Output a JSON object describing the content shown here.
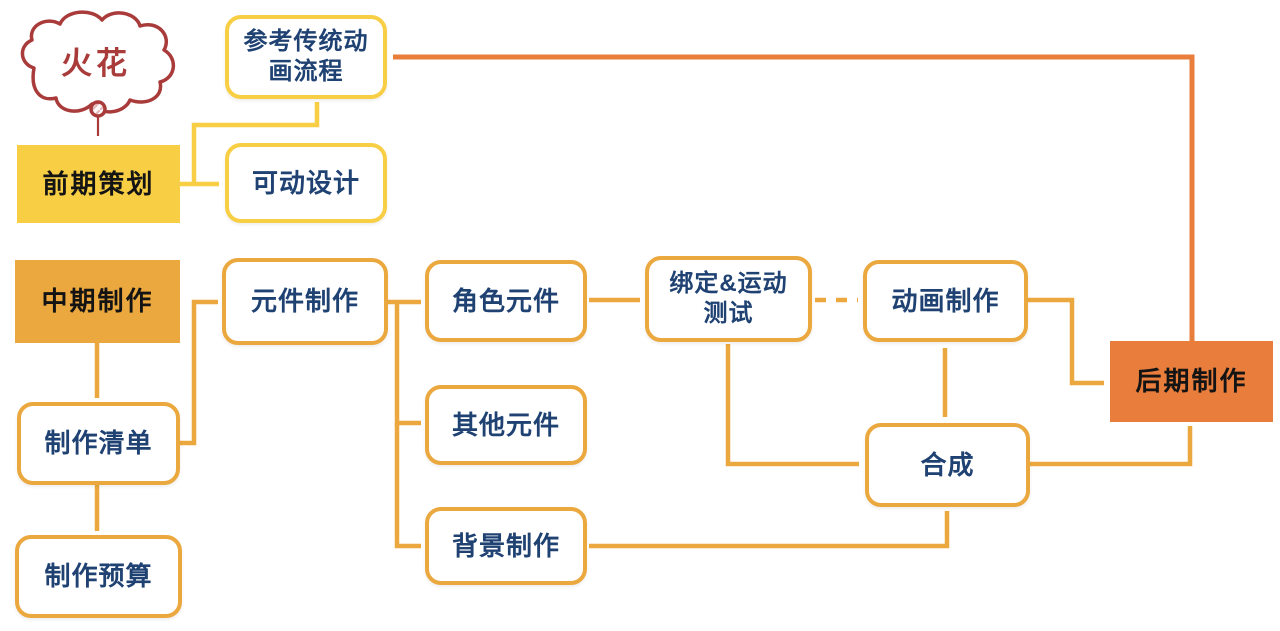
{
  "colors": {
    "yellow": "#F8CE45",
    "amber": "#EBA83E",
    "orange": "#E87D3C",
    "navy": "#1F4273",
    "dark": "#141414",
    "red": "#A93B3B",
    "red-light": "#E5B3B3",
    "white": "#FFFFFF"
  },
  "nodes": {
    "spark": {
      "label": "火花"
    },
    "pre_production": {
      "label": "前期策划"
    },
    "reference_traditional": {
      "label": "参考传统动\n画流程"
    },
    "movable_design": {
      "label": "可动设计"
    },
    "mid_production": {
      "label": "中期制作"
    },
    "component_production": {
      "label": "元件制作"
    },
    "character_components": {
      "label": "角色元件"
    },
    "rigging_motion_test": {
      "label": "绑定&运动\n测试"
    },
    "animation_production": {
      "label": "动画制作"
    },
    "production_list": {
      "label": "制作清单"
    },
    "other_components": {
      "label": "其他元件"
    },
    "compositing": {
      "label": "合成"
    },
    "post_production": {
      "label": "后期制作"
    },
    "background_production": {
      "label": "背景制作"
    },
    "production_budget": {
      "label": "制作预算"
    }
  },
  "edges": [
    {
      "from": "spark",
      "to": "pre_production",
      "style": "red-double-arrow"
    },
    {
      "from": "pre_production",
      "to": "movable_design",
      "style": "yellow"
    },
    {
      "from": "pre_production",
      "to": "reference_traditional",
      "style": "yellow"
    },
    {
      "from": "mid_production",
      "to": "production_list",
      "style": "amber"
    },
    {
      "from": "production_list",
      "to": "production_budget",
      "style": "amber"
    },
    {
      "from": "production_list",
      "to": "component_production",
      "style": "amber"
    },
    {
      "from": "component_production",
      "to": "character_components",
      "style": "amber"
    },
    {
      "from": "component_production",
      "to": "other_components",
      "style": "amber"
    },
    {
      "from": "component_production",
      "to": "background_production",
      "style": "amber"
    },
    {
      "from": "character_components",
      "to": "rigging_motion_test",
      "style": "amber"
    },
    {
      "from": "rigging_motion_test",
      "to": "animation_production",
      "style": "amber-dashed"
    },
    {
      "from": "rigging_motion_test",
      "to": "compositing",
      "style": "amber"
    },
    {
      "from": "animation_production",
      "to": "compositing",
      "style": "amber-double-arrow"
    },
    {
      "from": "animation_production",
      "to": "post_production",
      "style": "amber"
    },
    {
      "from": "background_production",
      "to": "compositing",
      "style": "amber"
    },
    {
      "from": "compositing",
      "to": "post_production",
      "style": "amber"
    },
    {
      "from": "post_production",
      "to": "reference_traditional",
      "style": "orange"
    }
  ]
}
